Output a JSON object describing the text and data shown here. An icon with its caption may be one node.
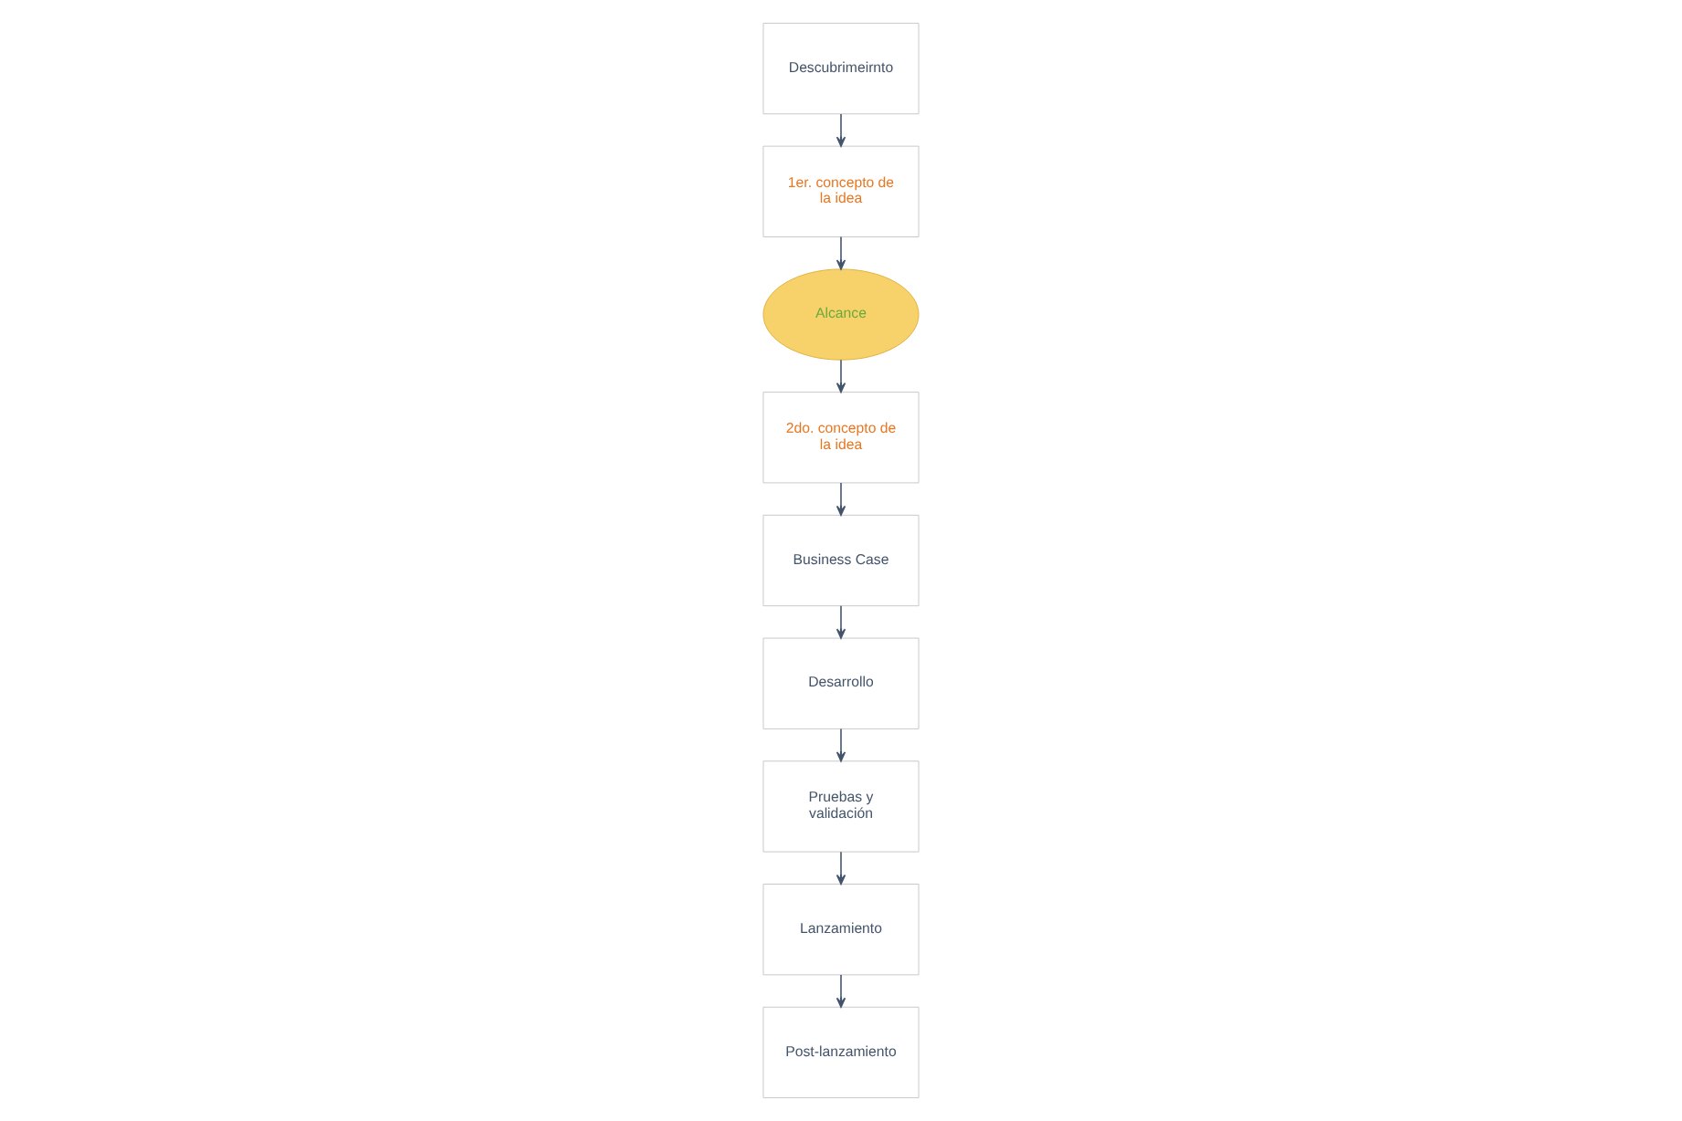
{
  "diagram": {
    "nodes": [
      {
        "text": [
          "Descubrimeirnto"
        ]
      },
      {
        "text": [
          "1er. concepto de la idea"
        ]
      },
      {
        "text": [
          "Alcance"
        ]
      },
      {
        "text": [
          "2do. concepto de la idea"
        ]
      },
      {
        "text": [
          "Business Case"
        ]
      },
      {
        "text": [
          "Desarrollo"
        ]
      },
      {
        "text": [
          "Pruebas y validación"
        ]
      },
      {
        "text": [
          "Lanzamiento"
        ]
      },
      {
        "text": [
          "Post-lanzamiento"
        ]
      }
    ],
    "edges": [
      {
        "from": 0,
        "to": 1,
        "arrow": "to"
      },
      {
        "from": 1,
        "to": 2,
        "arrow": "to"
      },
      {
        "from": 2,
        "to": 3,
        "arrow": "to"
      },
      {
        "from": 3,
        "to": 4,
        "arrow": "to"
      },
      {
        "from": 4,
        "to": 5,
        "arrow": "to"
      },
      {
        "from": 5,
        "to": 6,
        "arrow": "to"
      },
      {
        "from": 6,
        "to": 7,
        "arrow": "to"
      },
      {
        "from": 7,
        "to": 8,
        "arrow": "to"
      }
    ]
  }
}
